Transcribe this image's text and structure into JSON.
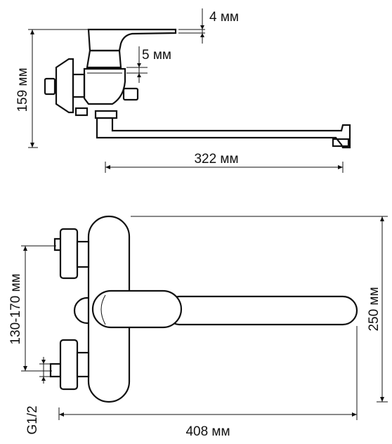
{
  "dimensions": {
    "top_gap": "4 мм",
    "lever_gap": "5 мм",
    "height_side": "159 мм",
    "spout_length": "322 мм",
    "center_distance": "130-170 мм",
    "thread": "G1/2",
    "height_front": "250 мм",
    "width_front": "408 мм"
  }
}
